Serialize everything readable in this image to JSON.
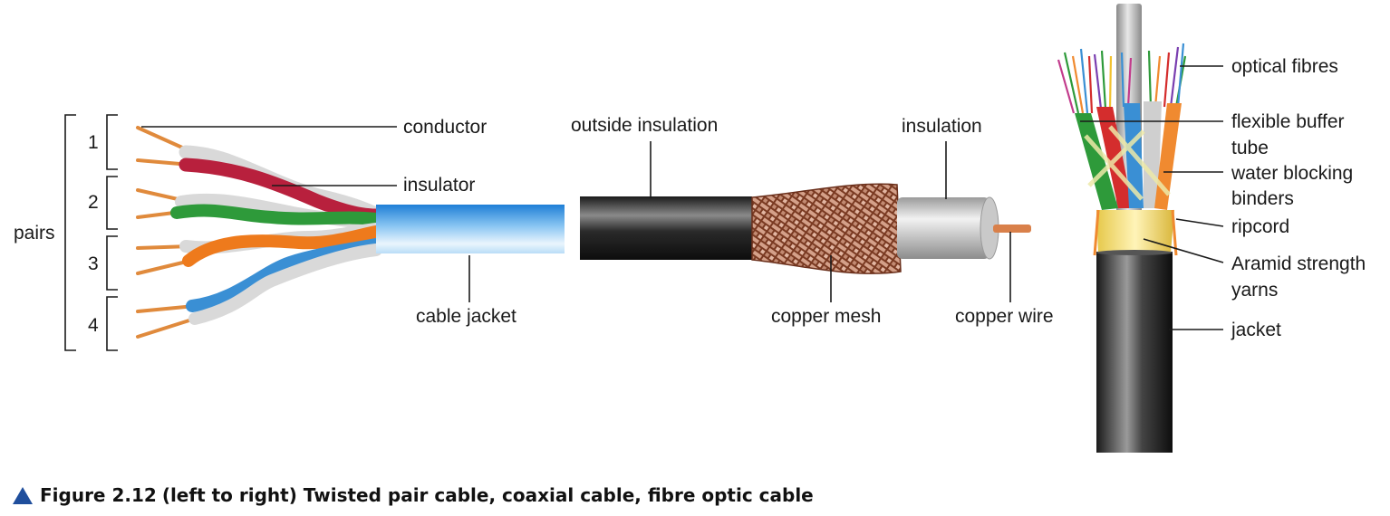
{
  "twisted_pair": {
    "pairs_label": "pairs",
    "pair_numbers": [
      "1",
      "2",
      "3",
      "4"
    ],
    "conductor": "conductor",
    "insulator": "insulator",
    "cable_jacket": "cable jacket"
  },
  "coaxial": {
    "outside_insulation": "outside insulation",
    "insulation": "insulation",
    "copper_mesh": "copper mesh",
    "copper_wire": "copper wire"
  },
  "fibre_optic": {
    "optical_fibres": "optical fibres",
    "flexible_buffer_line1": "flexible buffer",
    "flexible_buffer_line2": "tube",
    "water_blocking_line1": "water blocking",
    "water_blocking_line2": "binders",
    "ripcord": "ripcord",
    "aramid_line1": "Aramid strength",
    "aramid_line2": "yarns",
    "jacket": "jacket"
  },
  "caption": {
    "figure": "Figure 2.12",
    "text": "(left to right) Twisted pair cable, coaxial cable, fibre optic cable"
  },
  "colors": {
    "pair1": "#b8203d",
    "pair2": "#2e9a3a",
    "pair3": "#ee7a1c",
    "pair4": "#3a8fd4",
    "copper": "#e08a3c",
    "cable_jacket": "#5aa8e6",
    "caption_triangle": "#1f4e9c"
  }
}
